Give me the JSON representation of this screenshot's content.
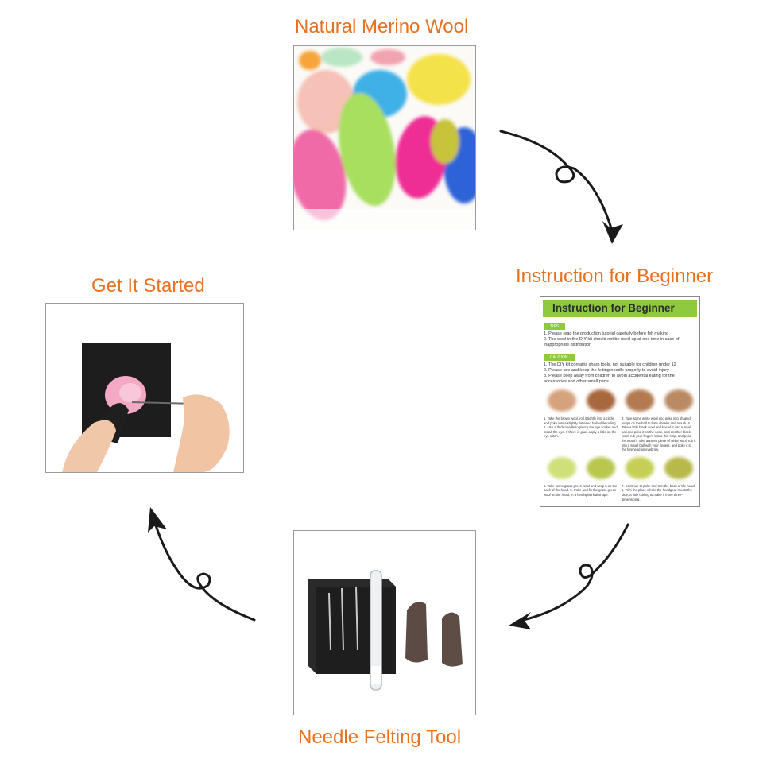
{
  "steps": {
    "wool": {
      "title": "Natural Merino Wool"
    },
    "instruction": {
      "title": "Instruction for Beginner"
    },
    "tool": {
      "title": "Needle Felting Tool"
    },
    "start": {
      "title": "Get It Started"
    }
  },
  "document": {
    "heading": "Instruction for Beginner",
    "tips_tag": "TIPS",
    "tips": [
      "1. Please read the production tutorial carefully before felt making",
      "2. The wool in the DIY kit should not be used up at one time in case of inappropriate distribution"
    ],
    "caution_tag": "CAUTION",
    "caution": [
      "1. The DIY kit contains sharp tools, not suitable for children under 12",
      "2. Please use and keep the felting needle properly to avoid injury",
      "3. Please keep away from children to avoid accidental eating for the accessories and other small parts"
    ],
    "steps_a_left": "1. Take the brown wool, roll it tightly into a circle, and poke into a slightly flattened ball while rolling. 2. Use a thick needle to pierce the eye socket and install the eye. If there is glue, apply a little on the eye stitch.",
    "steps_a_right": "3. Take some white wool and poke into shaped lumps on the ball to form cheeks and mouth. 4. Take a little black wool and knead it into a small ball and poke it on the nose, and another black wool, rub your fingers into a thin strip, and poke the mouth. Take another piece of white wool, rub it into a small ball with your fingers, and poke it to the forehead as eyebrow.",
    "steps_b_left": "5. Take some grass green wool and wrap it on the back of the head. 6. Poke and fix the grass green wool on the head, in a hemispherical shape.",
    "steps_b_right": "7. Continue to poke and trim the back of the head. 8. Trim the place where the headgear meets the face, a little curling to make it more three-dimensional."
  },
  "colors": {
    "title": "#e8701f",
    "header_green": "#8fc93e",
    "arrow": "#1a1a1a"
  }
}
